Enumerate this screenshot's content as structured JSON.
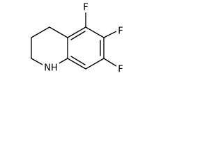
{
  "molecule": {
    "atoms": {
      "f_top": "F",
      "f_middle": "F",
      "f_bottom": "F",
      "nh": "NH"
    }
  },
  "colors": {
    "background": "#ffffff",
    "ink": "#000000"
  }
}
